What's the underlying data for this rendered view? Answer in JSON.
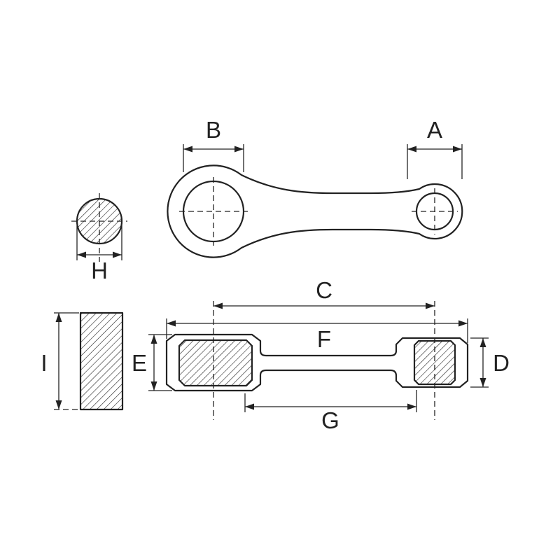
{
  "colors": {
    "ink": "#222222",
    "background": "#ffffff"
  },
  "labels": {
    "A": "A",
    "B": "B",
    "C": "C",
    "D": "D",
    "E": "E",
    "F": "F",
    "G": "G",
    "H": "H",
    "I": "I"
  }
}
